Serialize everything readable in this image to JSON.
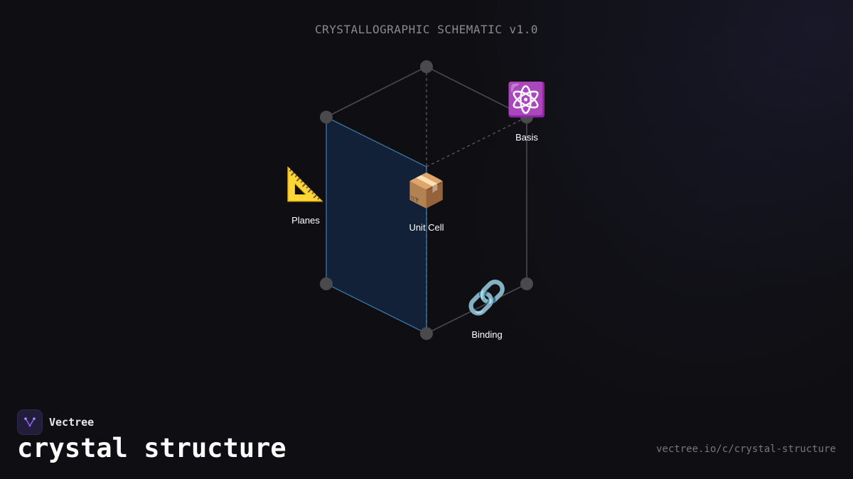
{
  "header": {
    "title": "CRYSTALLOGRAPHIC SCHEMATIC v1.0"
  },
  "diagram": {
    "nodes": [
      {
        "id": "basis",
        "label": "Basis",
        "icon": "atom-icon",
        "glyph": "⚛️"
      },
      {
        "id": "planes",
        "label": "Planes",
        "icon": "triangular-ruler-icon",
        "glyph": "📐"
      },
      {
        "id": "unit_cell",
        "label": "Unit Cell",
        "icon": "package-icon",
        "glyph": "📦"
      },
      {
        "id": "binding",
        "label": "Binding",
        "icon": "link-icon",
        "glyph": "🔗"
      }
    ],
    "colors": {
      "edge": "#4a4a4e",
      "highlight_fill": "#13233a",
      "highlight_stroke": "#3d7fb0",
      "vertex": "#4a4a4c"
    }
  },
  "brand": {
    "name": "Vectree",
    "logo_icon": "vectree-logo-icon",
    "accent": "#8b5cf6"
  },
  "footer": {
    "heading": "crystal structure",
    "url": "vectree.io/c/crystal-structure"
  }
}
